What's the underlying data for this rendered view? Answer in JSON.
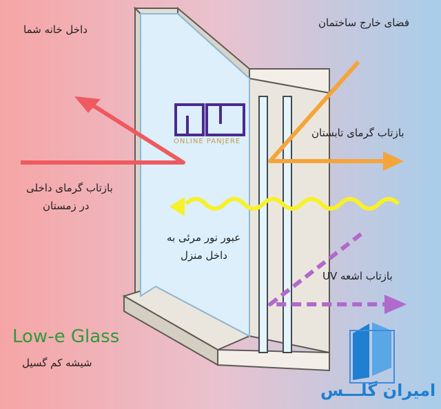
{
  "labels": {
    "inside_home": "داخل خانه شما",
    "outside_building": "فضای خارج ساختمان",
    "summer_heat_reflection": "بازتاب گرمای تابستان",
    "winter_heat_reflection_line1": "بازتاب گرمای داخلی",
    "winter_heat_reflection_line2": "در زمستان",
    "visible_light_line1": "عبور نور مرئی به",
    "visible_light_line2": "داخل منزل",
    "uv_reflection": "بازتاب اشعه UV",
    "title": "Low-e Glass",
    "subtitle": "شیشه کم گسیل"
  },
  "logos": {
    "panjere_text": "ONLINE PANJERE",
    "brand_text": "امیران گلـــس"
  },
  "colors": {
    "bg_left": "#f6a5a5",
    "bg_right": "#a9cdea",
    "glass": "#dceffb",
    "frame": "#f1ede6",
    "frame_edge": "#5d5a55",
    "red_arrow": "#ee5a5f",
    "orange_arrow": "#f5a43a",
    "yellow_wave": "#f7f12a",
    "purple_arrow": "#b06acb",
    "title_green": "#2f9a3c",
    "brand_blue": "#1f7fd1",
    "logo_purple": "#4b2a8f",
    "logo_gold": "#c69a4a"
  }
}
